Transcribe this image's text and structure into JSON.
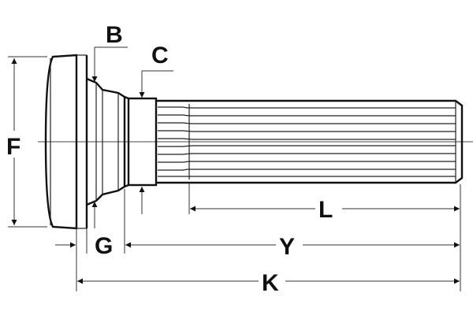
{
  "labels": {
    "b": "B",
    "c": "C",
    "f": "F",
    "g": "G",
    "l": "L",
    "y": "Y",
    "k": "K"
  }
}
